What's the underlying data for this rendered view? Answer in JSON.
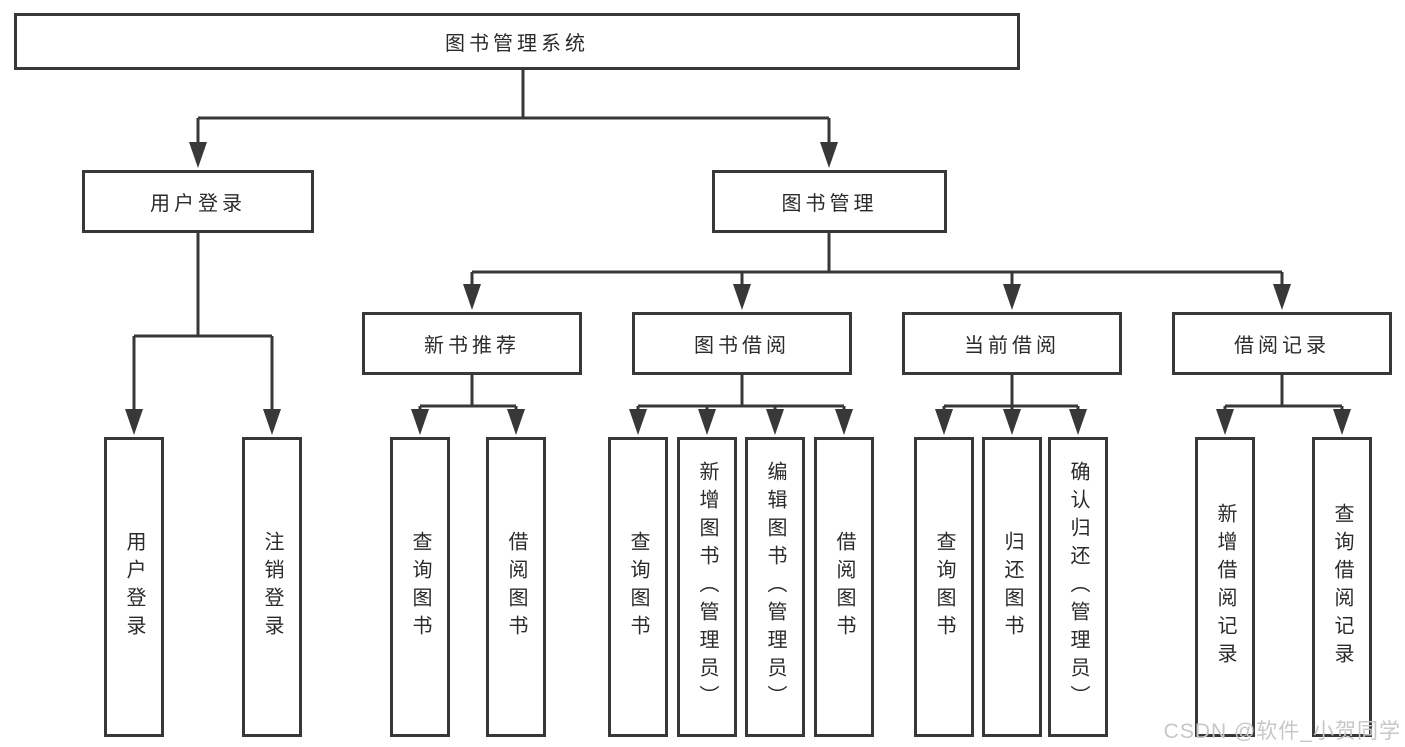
{
  "diagram": {
    "root": {
      "label": "图书管理系统"
    },
    "level2": [
      {
        "label": "用户登录"
      },
      {
        "label": "图书管理"
      }
    ],
    "level3": [
      {
        "label": "新书推荐"
      },
      {
        "label": "图书借阅"
      },
      {
        "label": "当前借阅"
      },
      {
        "label": "借阅记录"
      }
    ],
    "leaves": [
      {
        "label": "用户登录",
        "parent": "用户登录"
      },
      {
        "label": "注销登录",
        "parent": "用户登录"
      },
      {
        "label": "查询图书",
        "parent": "新书推荐"
      },
      {
        "label": "借阅图书",
        "parent": "新书推荐"
      },
      {
        "label": "查询图书",
        "parent": "图书借阅"
      },
      {
        "label": "新增图书（管理员）",
        "parent": "图书借阅"
      },
      {
        "label": "编辑图书（管理员）",
        "parent": "图书借阅"
      },
      {
        "label": "借阅图书",
        "parent": "图书借阅"
      },
      {
        "label": "查询图书",
        "parent": "当前借阅"
      },
      {
        "label": "归还图书",
        "parent": "当前借阅"
      },
      {
        "label": "确认归还（管理员）",
        "parent": "当前借阅"
      },
      {
        "label": "新增借阅记录",
        "parent": "借阅记录"
      },
      {
        "label": "查询借阅记录",
        "parent": "借阅记录"
      }
    ],
    "watermark": {
      "text": "CSDN @软件_小贺同学"
    },
    "colors": {
      "line": "#383838",
      "box_border": "#383838",
      "box_fill": "#ffffff",
      "text": "#2b2b2b",
      "watermark": "#c7c7c7",
      "background": "#ffffff"
    }
  }
}
